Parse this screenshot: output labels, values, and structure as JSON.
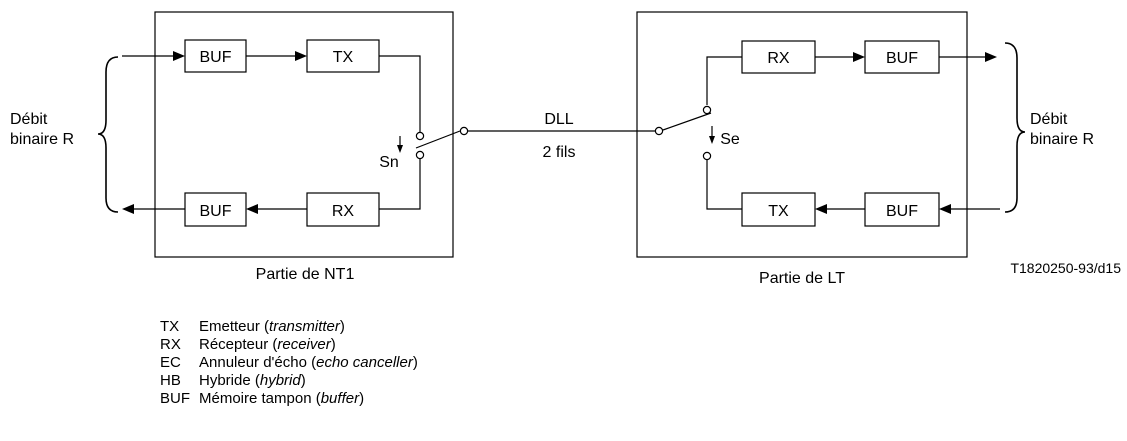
{
  "diagram": {
    "left_block": {
      "caption": "Partie de NT1",
      "top_buffer": "BUF",
      "top_unit": "TX",
      "bottom_buffer": "BUF",
      "bottom_unit": "RX",
      "switch_label": "Sn"
    },
    "right_block": {
      "caption": "Partie de LT",
      "top_unit": "RX",
      "top_buffer": "BUF",
      "bottom_unit": "TX",
      "bottom_buffer": "BUF",
      "switch_label": "Se"
    },
    "line": {
      "name": "DLL",
      "wires": "2 fils"
    },
    "left_rate": {
      "line1": "Débit",
      "line2": "binaire R"
    },
    "right_rate": {
      "line1": "Débit",
      "line2": "binaire R"
    },
    "reference": "T1820250-93/d15"
  },
  "legend": [
    {
      "abbr": "TX",
      "text": "Emetteur (",
      "term": "transmitter",
      "close": ")"
    },
    {
      "abbr": "RX",
      "text": "Récepteur (",
      "term": "receiver",
      "close": ")"
    },
    {
      "abbr": "EC",
      "text": "Annuleur d'écho (",
      "term": "echo canceller",
      "close": ")"
    },
    {
      "abbr": "HB",
      "text": "Hybride (",
      "term": "hybrid",
      "close": ")"
    },
    {
      "abbr": "BUF",
      "text": "Mémoire tampon (",
      "term": "buffer",
      "close": ")"
    }
  ]
}
